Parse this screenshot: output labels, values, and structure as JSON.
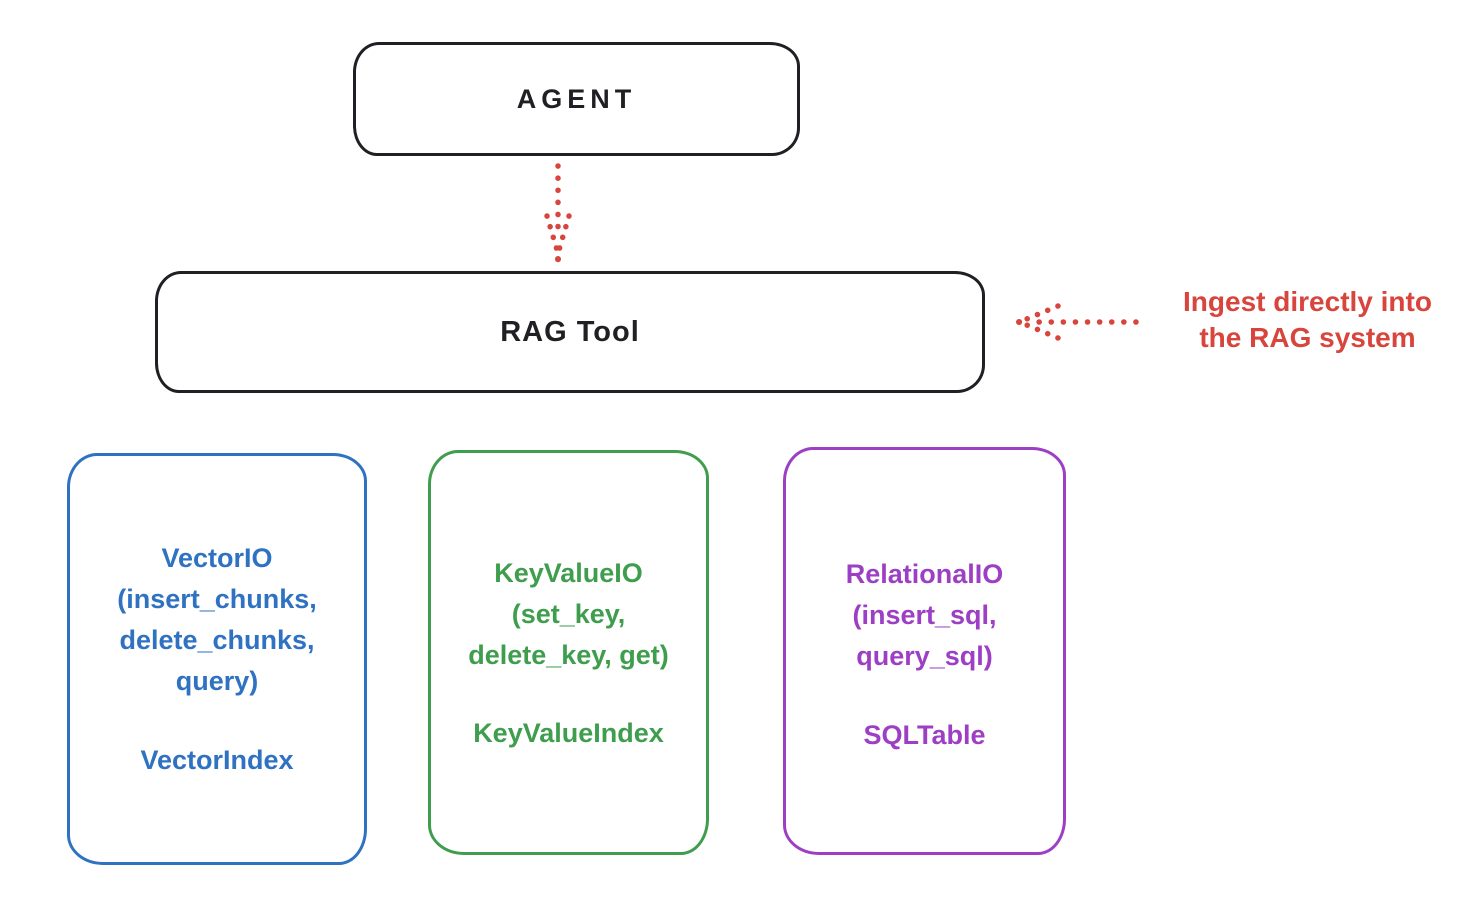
{
  "canvas": {
    "background": "#ffffff",
    "ink": "#1f1f24"
  },
  "agent": {
    "label": "AGENT"
  },
  "rag_tool": {
    "label": "RAG Tool"
  },
  "annotation": {
    "line1": "Ingest directly into",
    "line2": "the RAG system",
    "color": "#d8453c"
  },
  "arrows": {
    "agent_to_rag": {
      "color": "#d8453c",
      "style": "dotted",
      "direction": "down"
    },
    "ingest": {
      "color": "#d8453c",
      "style": "dotted",
      "direction": "left"
    }
  },
  "io_boxes": [
    {
      "body": "VectorIO\n(insert_chunks,\ndelete_chunks,\nquery)",
      "index_label": "VectorIndex",
      "color": "#2f72c2"
    },
    {
      "body": "KeyValueIO\n(set_key,\ndelete_key, get)",
      "index_label": "KeyValueIndex",
      "color": "#3f9e4e"
    },
    {
      "body": "RelationalIO\n(insert_sql,\nquery_sql)",
      "index_label": "SQLTable",
      "color": "#9c3fc4"
    }
  ]
}
